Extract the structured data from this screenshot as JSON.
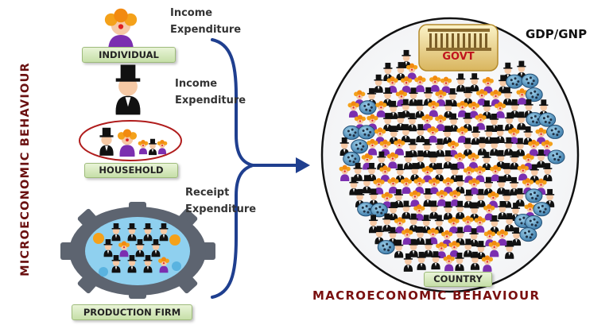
{
  "vertical_title": "MICROECONOMIC  BEHAVIOUR",
  "entities": {
    "individual": "INDIVIDUAL",
    "household": "HOUSEHOLD",
    "production_firm": "PRODUCTION FIRM",
    "country": "COUNTRY",
    "govt": "GOVT"
  },
  "flows": {
    "individual": [
      "Income",
      "Expenditure"
    ],
    "household": [
      "Income",
      "Expenditure"
    ],
    "firm": [
      "Receipt",
      "Expenditure"
    ]
  },
  "gdp_label": "GDP/GNP",
  "macro_title": "MACROECONOMIC  BEHAVIOUR",
  "colors": {
    "title_red": "#6a1010",
    "label_green": "#d4e8bc",
    "brace_blue": "#1f3f8f",
    "gear_gray": "#5d6470",
    "clown_orange": "#f4a11a",
    "suit_purple": "#7b2fb0"
  }
}
